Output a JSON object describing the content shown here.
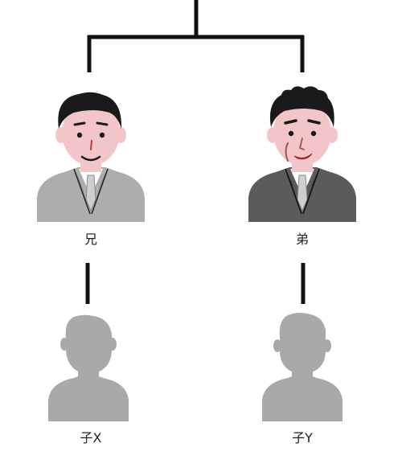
{
  "people": {
    "elder_brother": {
      "label": "兄"
    },
    "younger_brother": {
      "label": "弟"
    },
    "child_x": {
      "label": "子X"
    },
    "child_y": {
      "label": "子Y"
    }
  },
  "colors": {
    "line": "#111111",
    "elder_suit": "#adadad",
    "younger_suit": "#5b5b5b",
    "skin": "#f2c6c8",
    "hair": "#1a1a1a",
    "silhouette": "#a9a9a9"
  },
  "icons": [
    "person-icon",
    "person-silhouette-icon"
  ]
}
